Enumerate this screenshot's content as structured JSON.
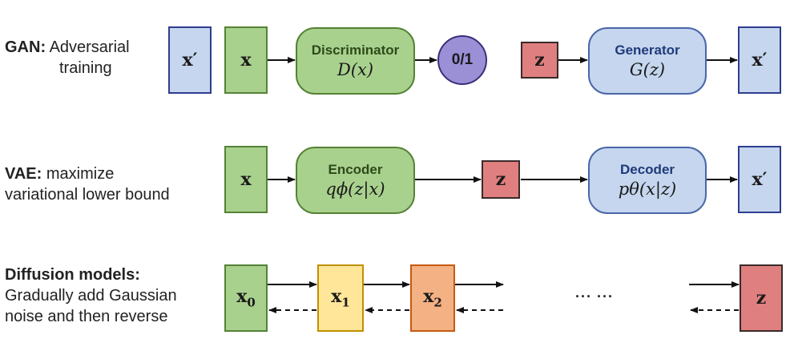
{
  "gan": {
    "label_bold": "GAN:",
    "label_line1": " Adversarial",
    "label_line2": "training",
    "x_prime_input": "x′",
    "x": "x",
    "discriminator_title": "Discriminator",
    "discriminator_fn": "D(x)",
    "output": "0/1",
    "z": "z",
    "generator_title": "Generator",
    "generator_fn": "G(z)",
    "x_prime_output": "x′"
  },
  "vae": {
    "label_bold": "VAE:",
    "label_line1": " maximize",
    "label_line2": "variational lower bound",
    "x": "x",
    "encoder_title": "Encoder",
    "encoder_fn": "qϕ(z|x)",
    "z": "z",
    "decoder_title": "Decoder",
    "decoder_fn": "pθ(x|z)",
    "x_prime": "x′"
  },
  "diffusion": {
    "label_bold": "Diffusion models:",
    "label_line2": "Gradually add Gaussian",
    "label_line3": "noise and then reverse",
    "x0": "x",
    "x0_sub": "0",
    "x1": "x",
    "x1_sub": "1",
    "x2": "x",
    "x2_sub": "2",
    "ellipsis": "··· ···",
    "z": "z"
  },
  "colors": {
    "green": "#a9d18e",
    "blue": "#c5d6ee",
    "red": "#e07f7f",
    "purple": "#9b8fd6",
    "yellow": "#ffe699",
    "orange": "#f4b183"
  }
}
